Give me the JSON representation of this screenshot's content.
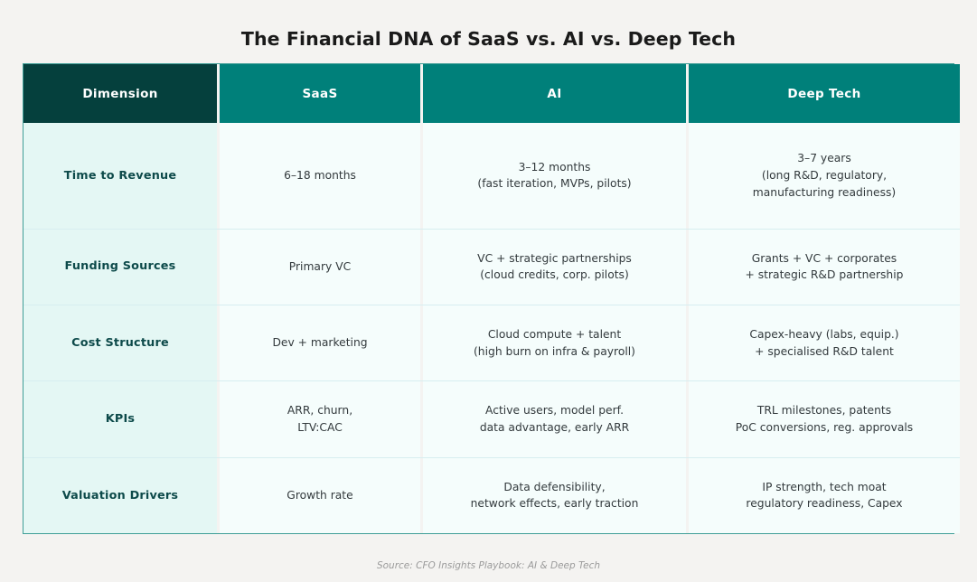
{
  "title": "The Financial DNA of SaaS vs. AI vs. Deep Tech",
  "source": "Source: CFO Insights Playbook: AI & Deep Tech",
  "colors": {
    "background": "#f4f3f1",
    "header_dimension": "#05403d",
    "header_column": "#00807a",
    "dimension_cell": "#e4f7f4",
    "value_cell": "#f5fdfc",
    "table_border": "#3f9e97",
    "grid_line": "#d7eef0",
    "title_text": "#1a1a1a",
    "source_text": "#9b9b9b"
  },
  "table": {
    "headers": [
      "Dimension",
      "SaaS",
      "AI",
      "Deep Tech"
    ],
    "rows": [
      {
        "dimension": "Time to Revenue",
        "saas": [
          "6–18 months"
        ],
        "ai": [
          "3–12 months",
          "(fast iteration, MVPs, pilots)"
        ],
        "deep_tech": [
          "3–7 years",
          "(long R&D, regulatory,",
          "manufacturing readiness)"
        ]
      },
      {
        "dimension": "Funding Sources",
        "saas": [
          "Primary VC"
        ],
        "ai": [
          "VC + strategic partnerships",
          "(cloud credits, corp. pilots)"
        ],
        "deep_tech": [
          "Grants + VC + corporates",
          "+ strategic R&D partnership"
        ]
      },
      {
        "dimension": "Cost Structure",
        "saas": [
          "Dev + marketing"
        ],
        "ai": [
          "Cloud compute + talent",
          "(high burn on infra & payroll)"
        ],
        "deep_tech": [
          "Capex-heavy (labs, equip.)",
          "+ specialised R&D talent"
        ]
      },
      {
        "dimension": "KPIs",
        "saas": [
          "ARR, churn,",
          "LTV:CAC"
        ],
        "ai": [
          "Active users, model perf.",
          "data advantage, early ARR"
        ],
        "deep_tech": [
          "TRL milestones, patents",
          "PoC conversions, reg. approvals"
        ]
      },
      {
        "dimension": "Valuation Drivers",
        "saas": [
          "Growth rate"
        ],
        "ai": [
          "Data defensibility,",
          "network effects, early traction"
        ],
        "deep_tech": [
          "IP strength, tech moat",
          "regulatory readiness, Capex"
        ]
      }
    ]
  }
}
